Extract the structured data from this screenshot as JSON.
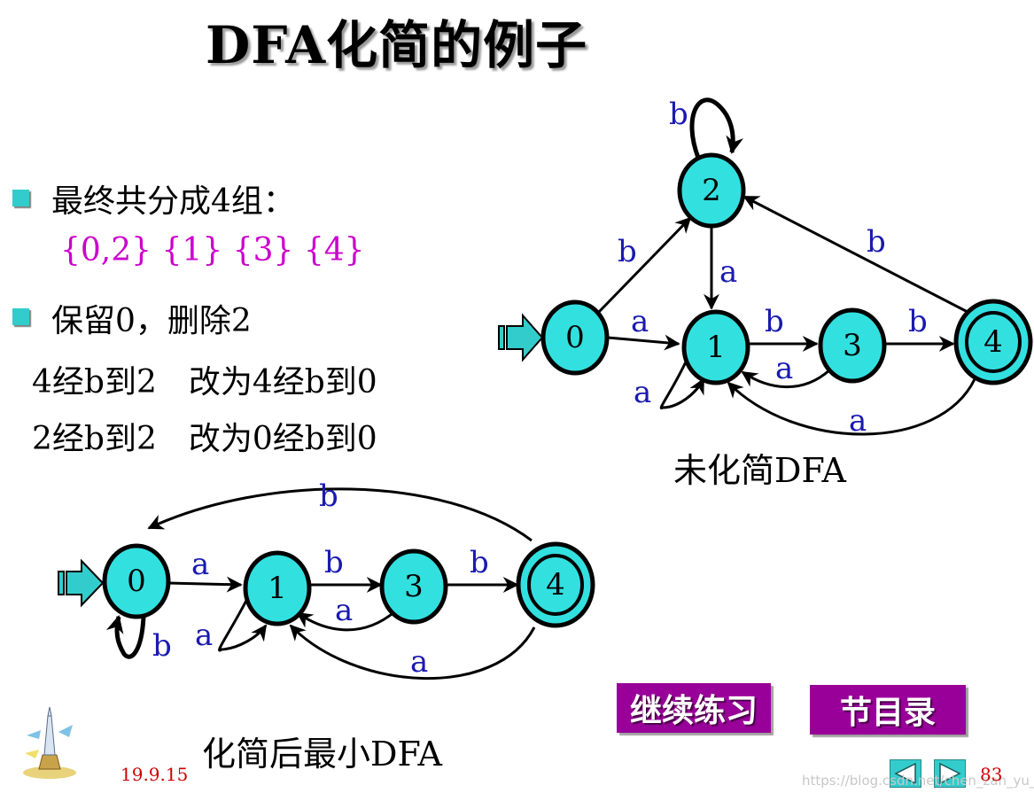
{
  "title": "DFA化简的例子",
  "bullets": {
    "b1": "最终共分成4组：",
    "groups": "{0,2} {1} {3} {4}",
    "b2": "保留0，删除2",
    "line3": "4经b到2　改为4经b到0",
    "line4": "2经b到2　改为0经b到0"
  },
  "diagram_original": {
    "caption": "未化简DFA",
    "states": [
      "0",
      "1",
      "2",
      "3",
      "4"
    ],
    "accepting": [
      "4"
    ],
    "start": "0",
    "transitions": [
      {
        "from": "0",
        "to": "1",
        "symbol": "a"
      },
      {
        "from": "0",
        "to": "2",
        "symbol": "b"
      },
      {
        "from": "1",
        "to": "1",
        "symbol": "a"
      },
      {
        "from": "1",
        "to": "3",
        "symbol": "b"
      },
      {
        "from": "2",
        "to": "1",
        "symbol": "a"
      },
      {
        "from": "2",
        "to": "2",
        "symbol": "b"
      },
      {
        "from": "3",
        "to": "1",
        "symbol": "a"
      },
      {
        "from": "3",
        "to": "4",
        "symbol": "b"
      },
      {
        "from": "4",
        "to": "1",
        "symbol": "a"
      },
      {
        "from": "4",
        "to": "2",
        "symbol": "b"
      }
    ]
  },
  "diagram_minimized": {
    "caption": "化简后最小DFA",
    "states": [
      "0",
      "1",
      "3",
      "4"
    ],
    "accepting": [
      "4"
    ],
    "start": "0",
    "transitions": [
      {
        "from": "0",
        "to": "1",
        "symbol": "a"
      },
      {
        "from": "0",
        "to": "0",
        "symbol": "b"
      },
      {
        "from": "1",
        "to": "1",
        "symbol": "a"
      },
      {
        "from": "1",
        "to": "3",
        "symbol": "b"
      },
      {
        "from": "3",
        "to": "1",
        "symbol": "a"
      },
      {
        "from": "3",
        "to": "4",
        "symbol": "b"
      },
      {
        "from": "4",
        "to": "1",
        "symbol": "a"
      },
      {
        "from": "4",
        "to": "0",
        "symbol": "b"
      }
    ]
  },
  "buttons": {
    "continue": "继续练习",
    "toc": "节目录"
  },
  "footer": {
    "date": "19.9.15",
    "page": "83",
    "watermark": "https://blog.csdn.net/chen_zan_yu_"
  },
  "nav": {
    "prev_icon": "triangle-left-icon",
    "next_icon": "triangle-right-icon"
  },
  "colors": {
    "state_fill": "#33e0e0",
    "label": "#1a1ab0",
    "button": "#990099",
    "groups_text": "#cc00cc",
    "date": "#cc0000"
  }
}
